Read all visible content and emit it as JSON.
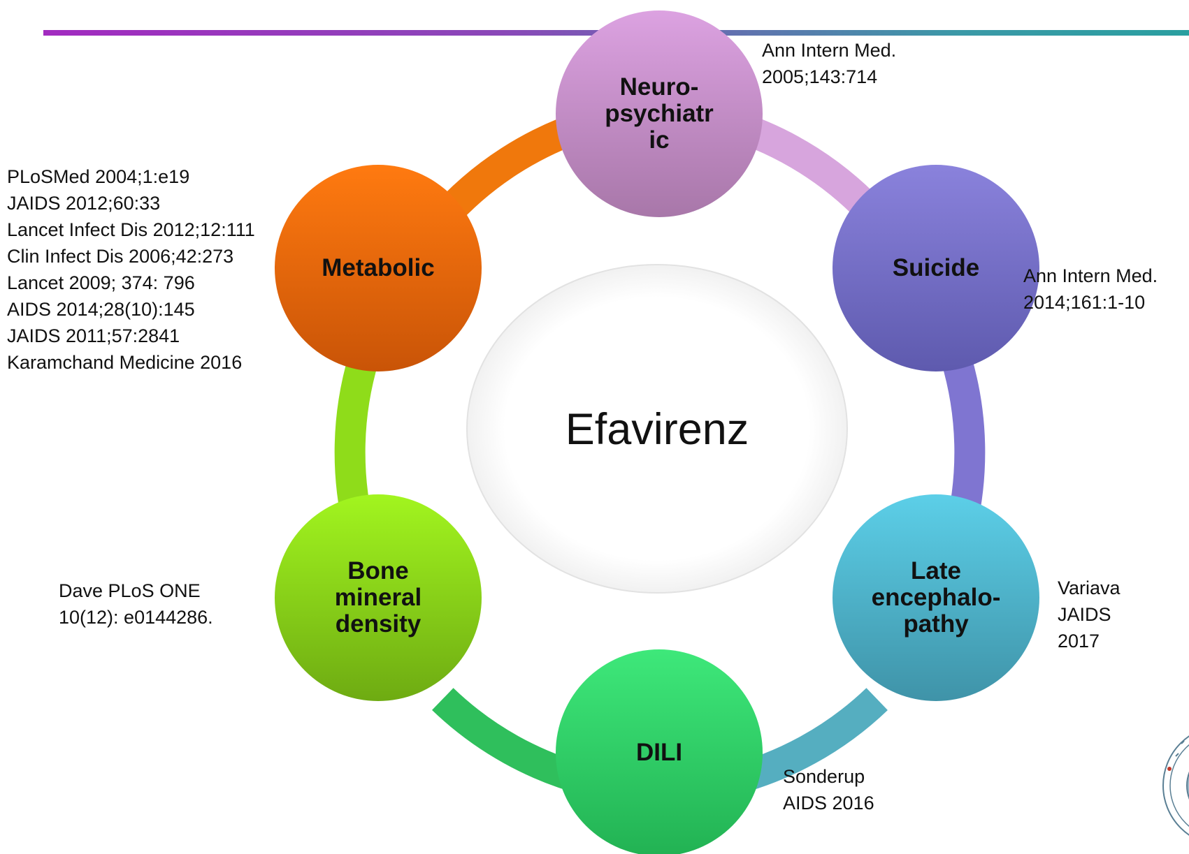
{
  "colors": {
    "neuro": "#c98fd0",
    "suicide": "#7a6fcc",
    "late_encephalopathy": "#4ab8cf",
    "dili": "#2fd36a",
    "bone": "#8ad21a",
    "metabolic": "#ee6b0a"
  },
  "center": {
    "label": "Efavirenz"
  },
  "nodes": [
    {
      "key": "neuro",
      "label": "Neuro-\npsychiatr\nic",
      "color": "#c98fd0"
    },
    {
      "key": "suicide",
      "label": "Suicide",
      "color": "#7a6fcc"
    },
    {
      "key": "late_encephalopathy",
      "label": "Late\nencephalo-\npathy",
      "color": "#4ab8cf"
    },
    {
      "key": "dili",
      "label": "DILI",
      "color": "#2fd36a"
    },
    {
      "key": "bone",
      "label": "Bone\nmineral\ndensity",
      "color": "#8ad21a"
    },
    {
      "key": "metabolic",
      "label": "Metabolic",
      "color": "#ee6b0a"
    }
  ],
  "references": {
    "neuro": "Ann Intern Med.\n2005;143:714",
    "suicide": "Ann Intern Med.\n2014;161:1-10",
    "late_encephalopathy": "Variava\nJAIDS\n2017",
    "dili": "Sonderup\nAIDS 2016",
    "bone": "Dave PLoS ONE\n10(12): e0144286.",
    "metabolic": "PLoSMed 2004;1:e19\nJAIDS 2012;60:33\nLancet Infect Dis 2012;12:111\nClin Infect Dis 2006;42:273\nLancet 2009; 374: 796\nAIDS 2014;28(10):145\nJAIDS 2011;57:2841\nKaramchand Medicine 2016"
  }
}
